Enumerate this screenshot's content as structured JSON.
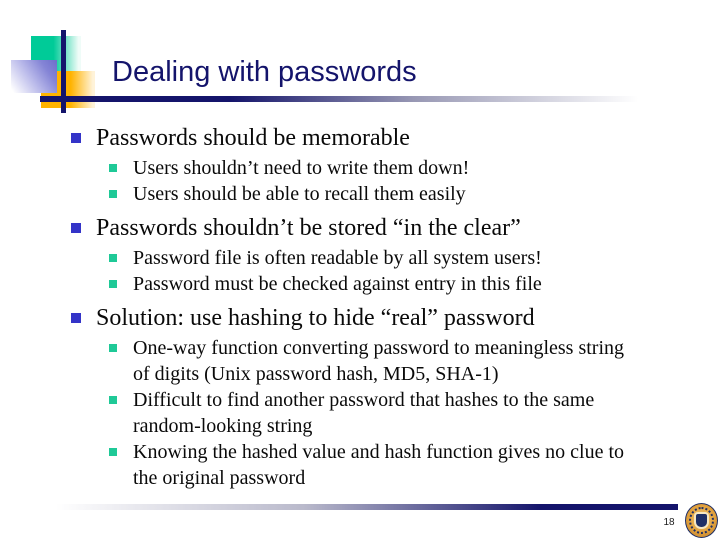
{
  "slide": {
    "title": "Dealing with passwords",
    "page_number": "18",
    "sections": [
      {
        "heading": "Passwords should be memorable",
        "sub_bullets": [
          "Users shouldn’t need to write them down!",
          "Users should be able to recall them easily"
        ]
      },
      {
        "heading": "Passwords shouldn’t be stored “in the clear”",
        "sub_bullets": [
          "Password file is often readable by all system users!",
          "Password must be checked against entry in this file"
        ]
      },
      {
        "heading": "Solution: use hashing to hide “real” password",
        "sub_bullets": [
          "One-way function converting password to meaningless string of digits (Unix password hash, MD5, SHA-1)",
          "Difficult to find another password that hashes to the same random-looking string",
          "Knowing the hashed value and hash function gives no clue to the original password"
        ]
      }
    ],
    "icons": {
      "level1_bullet": "blue-square-bullet",
      "level2_bullet": "teal-square-bullet",
      "footer_logo": "university-seal"
    },
    "colors": {
      "title_navy": "#14146B",
      "body_text": "#0A0A0A",
      "bullet_blue": "#3434C8",
      "bullet_teal": "#1FC997",
      "rule_navy": "#14146B",
      "decor_green": "#00CB98",
      "decor_orange": "#FFB300",
      "decor_purple": "#6E6ECB",
      "seal_orange": "#E2A13C",
      "seal_navy": "#1F2F66"
    }
  }
}
